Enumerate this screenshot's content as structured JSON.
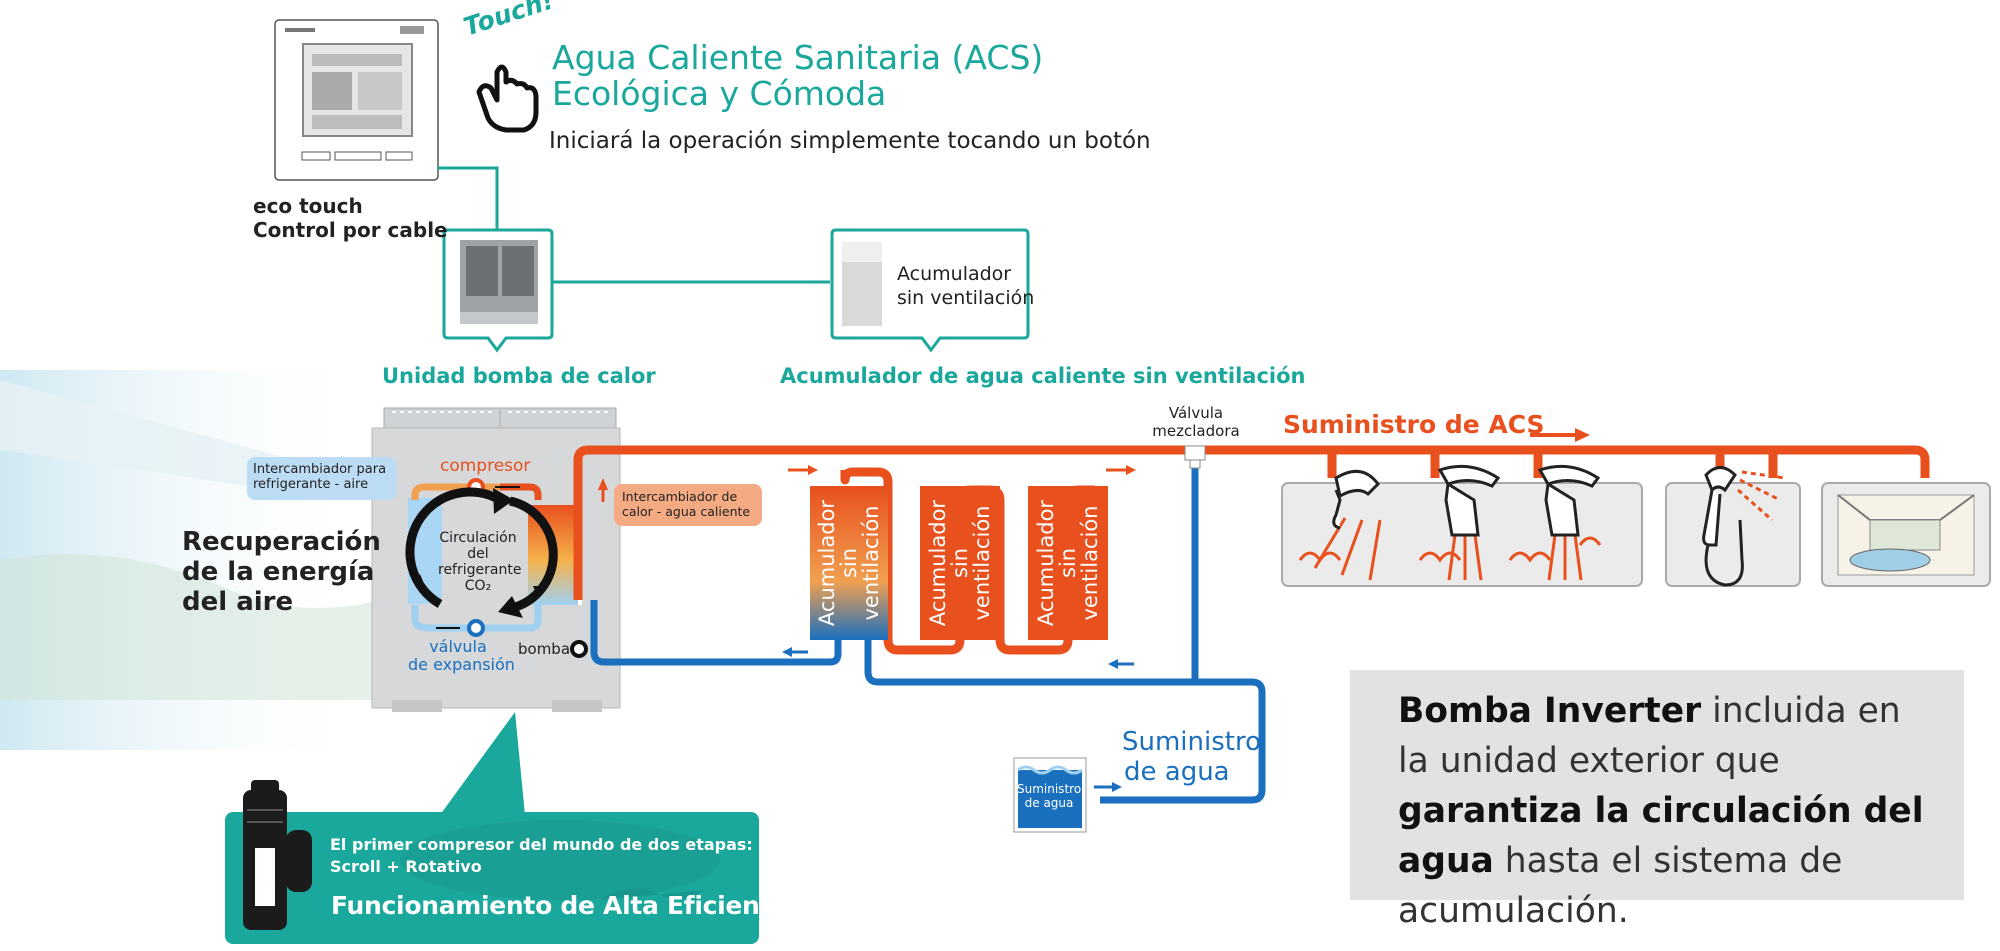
{
  "header": {
    "touch": "Touch!",
    "title_line1": "Agua Caliente Sanitaria (ACS)",
    "title_line2": "Ecológica y  Cómoda",
    "subtitle": "Iniciará la operación simplemente tocando un botón"
  },
  "controller": {
    "line1": "eco touch",
    "line2": "Control por cable"
  },
  "labels": {
    "heat_pump_unit": "Unidad bomba de calor",
    "accumulator_title": "Acumulador de agua caliente sin ventilación",
    "accumulator_callout_line1": "Acumulador",
    "accumulator_callout_line2": "sin ventilación",
    "recovery_line1": "Recuperación",
    "recovery_line2": "de la energía",
    "recovery_line3": "del aire",
    "exchanger_air": "Intercambiador para refrigerante - aire",
    "exchanger_water": "Intercambiador de calor - agua caliente",
    "compressor": "compresor",
    "circulation_line1": "Circulación",
    "circulation_line2": "del",
    "circulation_line3": "refrigerante",
    "circulation_line4": "CO₂",
    "expansion_line1": "válvula",
    "expansion_line2": "de expansión",
    "pump": "bomba",
    "mixing_valve_line1": "Válvula",
    "mixing_valve_line2": "mezcladora",
    "acs_supply": "Suministro de ACS",
    "water_supply_line1": "Suministro",
    "water_supply_line2": "de agua",
    "water_box_line1": "Suministro",
    "water_box_line2": "de agua"
  },
  "tanks": [
    {
      "line1": "Acumulador",
      "line2": "sin",
      "line3": "ventilación"
    },
    {
      "line1": "Acumulador",
      "line2": "sin",
      "line3": "ventilación"
    },
    {
      "line1": "Acumulador",
      "line2": "sin",
      "line3": "ventilación"
    }
  ],
  "banner": {
    "line1": "El primer compresor del mundo de dos etapas:",
    "line2": "Scroll + Rotativo",
    "line3": "Funcionamiento de Alta Eficiencia"
  },
  "info": {
    "bold1": "Bomba Inverter",
    "text1": " incluida en la unidad exterior que ",
    "bold2": "garantiza la circulación del agua",
    "text2": " hasta el sistema de acumulación."
  },
  "colors": {
    "teal": "#1aa79c",
    "hot_pipe": "#e8501e",
    "cold_pipe": "#1b6fbf",
    "info_box": "#e2e2e2"
  }
}
